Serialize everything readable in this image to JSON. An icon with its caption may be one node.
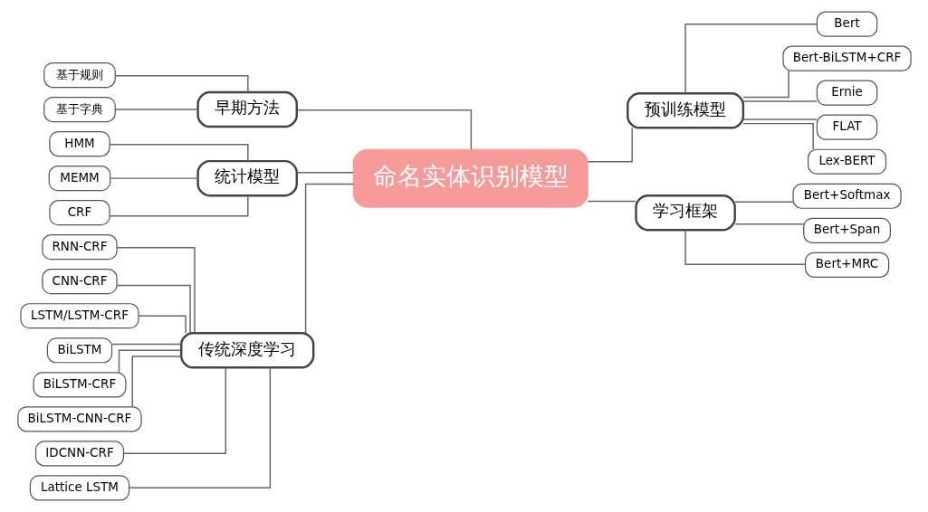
{
  "diagram": {
    "nodes": [
      {
        "text": [
          "命名实体识别模型"
        ]
      },
      {
        "text": [
          "早期方法"
        ]
      },
      {
        "text": [
          "基于规则"
        ]
      },
      {
        "text": [
          "基于字典"
        ]
      },
      {
        "text": [
          "统计模型"
        ]
      },
      {
        "text": [
          "HMM"
        ]
      },
      {
        "text": [
          "MEMM"
        ]
      },
      {
        "text": [
          "CRF"
        ]
      },
      {
        "text": [
          "传统深度学习"
        ]
      },
      {
        "text": [
          "RNN-CRF"
        ]
      },
      {
        "text": [
          "CNN-CRF"
        ]
      },
      {
        "text": [
          "LSTM/LSTM-CRF"
        ]
      },
      {
        "text": [
          "BiLSTM"
        ]
      },
      {
        "text": [
          "BiLSTM-CRF"
        ]
      },
      {
        "text": [
          "BiLSTM-CNN-CRF"
        ]
      },
      {
        "text": [
          "IDCNN-CRF"
        ]
      },
      {
        "text": [
          "Lattice LSTM"
        ]
      },
      {
        "text": [
          "预训练模型"
        ]
      },
      {
        "text": [
          "Bert"
        ]
      },
      {
        "text": [
          "Bert-BiLSTM+CRF"
        ]
      },
      {
        "text": [
          "Ernie"
        ]
      },
      {
        "text": [
          "FLAT"
        ]
      },
      {
        "text": [
          "Lex-BERT"
        ]
      },
      {
        "text": [
          "学习框架"
        ]
      },
      {
        "text": [
          "Bert+Softmax"
        ]
      },
      {
        "text": [
          "Bert+Span"
        ]
      },
      {
        "text": [
          "Bert+MRC"
        ]
      }
    ],
    "edges": [
      {
        "from": 2,
        "to": 1,
        "arrow": "none"
      },
      {
        "from": 3,
        "to": 1,
        "arrow": "none"
      },
      {
        "from": 5,
        "to": 4,
        "arrow": "none"
      },
      {
        "from": 6,
        "to": 4,
        "arrow": "none"
      },
      {
        "from": 7,
        "to": 4,
        "arrow": "none"
      },
      {
        "from": 9,
        "to": 8,
        "arrow": "none"
      },
      {
        "from": 10,
        "to": 8,
        "arrow": "none"
      },
      {
        "from": 11,
        "to": 8,
        "arrow": "none"
      },
      {
        "from": 12,
        "to": 8,
        "arrow": "none"
      },
      {
        "from": 13,
        "to": 8,
        "arrow": "none"
      },
      {
        "from": 14,
        "to": 8,
        "arrow": "none"
      },
      {
        "from": 15,
        "to": 8,
        "arrow": "none"
      },
      {
        "from": 16,
        "to": 8,
        "arrow": "none"
      },
      {
        "from": 1,
        "to": 0,
        "arrow": "none"
      },
      {
        "from": 4,
        "to": 0,
        "arrow": "none"
      },
      {
        "from": 8,
        "to": 0,
        "arrow": "none"
      },
      {
        "from": 0,
        "to": 17,
        "arrow": "none"
      },
      {
        "from": 0,
        "to": 23,
        "arrow": "none"
      },
      {
        "from": 17,
        "to": 18,
        "arrow": "none"
      },
      {
        "from": 17,
        "to": 19,
        "arrow": "none"
      },
      {
        "from": 17,
        "to": 20,
        "arrow": "none"
      },
      {
        "from": 17,
        "to": 21,
        "arrow": "none"
      },
      {
        "from": 17,
        "to": 22,
        "arrow": "none"
      },
      {
        "from": 23,
        "to": 24,
        "arrow": "none"
      },
      {
        "from": 23,
        "to": 25,
        "arrow": "none"
      },
      {
        "from": 23,
        "to": 26,
        "arrow": "none"
      }
    ]
  }
}
